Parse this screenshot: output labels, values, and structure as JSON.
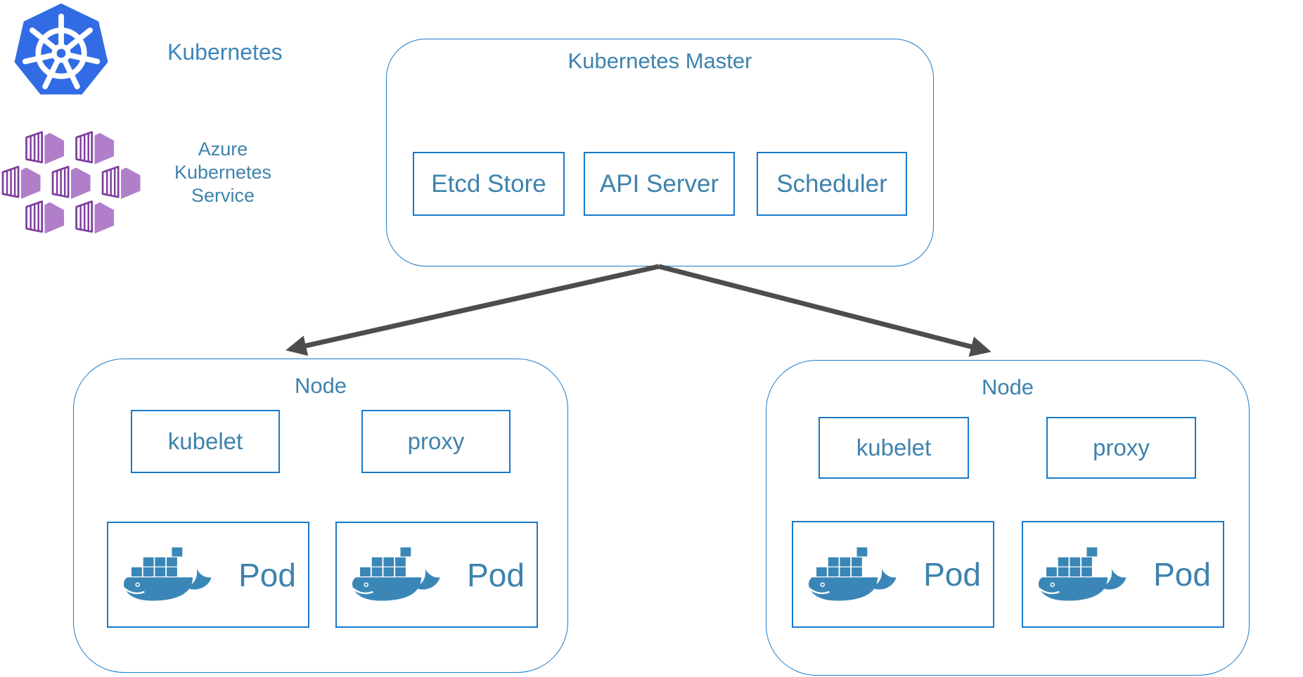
{
  "legend": {
    "kubernetes_label": "Kubernetes",
    "aks_lines": [
      "Azure",
      "Kubernetes",
      "Service"
    ]
  },
  "master": {
    "title": "Kubernetes Master",
    "components": [
      "Etcd Store",
      "API Server",
      "Scheduler"
    ]
  },
  "nodes": [
    {
      "title": "Node",
      "agents": [
        "kubelet",
        "proxy"
      ],
      "pods": [
        "Pod",
        "Pod"
      ]
    },
    {
      "title": "Node",
      "agents": [
        "kubelet",
        "proxy"
      ],
      "pods": [
        "Pod",
        "Pod"
      ]
    }
  ],
  "icons": {
    "kubernetes_logo": "kubernetes-helm-wheel-heptagon",
    "aks_logo": "azure-container-hex-cluster",
    "pod_icon": "docker-whale",
    "connector": "arrow-down-diagonal"
  },
  "colors": {
    "box_border_blue": "#1879cc",
    "text_teal": "#3e82ad",
    "arrow_gray": "#4d4d4d",
    "kubernetes_blue": "#326ce5",
    "aks_purple_dark": "#7e3f9d",
    "aks_purple_light": "#b17fc9",
    "docker_whale_blue": "#3a87b7",
    "background": "#ffffff"
  }
}
